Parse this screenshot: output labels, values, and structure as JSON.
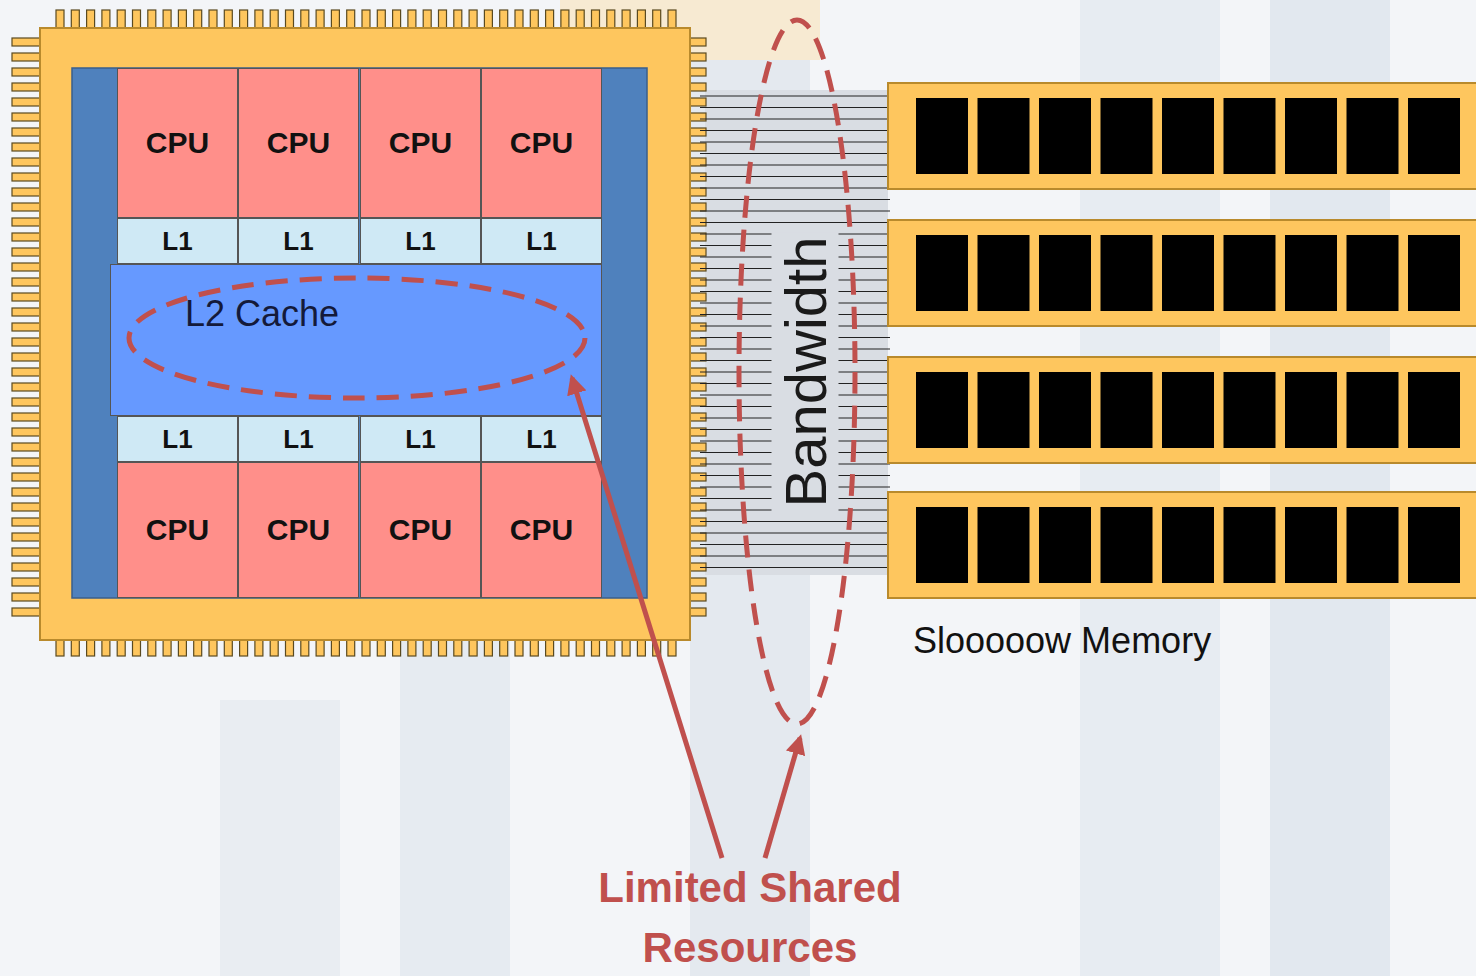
{
  "diagram": {
    "nodes": [
      {
        "text": [
          "CPU"
        ]
      },
      {
        "text": [
          "CPU"
        ]
      },
      {
        "text": [
          "CPU"
        ]
      },
      {
        "text": [
          "CPU"
        ]
      },
      {
        "text": [
          "L1"
        ]
      },
      {
        "text": [
          "L1"
        ]
      },
      {
        "text": [
          "L1"
        ]
      },
      {
        "text": [
          "L1"
        ]
      },
      {
        "text": [
          "L2 Cache"
        ]
      },
      {
        "text": [
          "L1"
        ]
      },
      {
        "text": [
          "L1"
        ]
      },
      {
        "text": [
          "L1"
        ]
      },
      {
        "text": [
          "L1"
        ]
      },
      {
        "text": [
          "CPU"
        ]
      },
      {
        "text": [
          "CPU"
        ]
      },
      {
        "text": [
          "CPU"
        ]
      },
      {
        "text": [
          "CPU"
        ]
      }
    ],
    "labels": [
      "Bandwidth",
      "Slooooow Memory",
      "Limited Shared Resources"
    ]
  }
}
